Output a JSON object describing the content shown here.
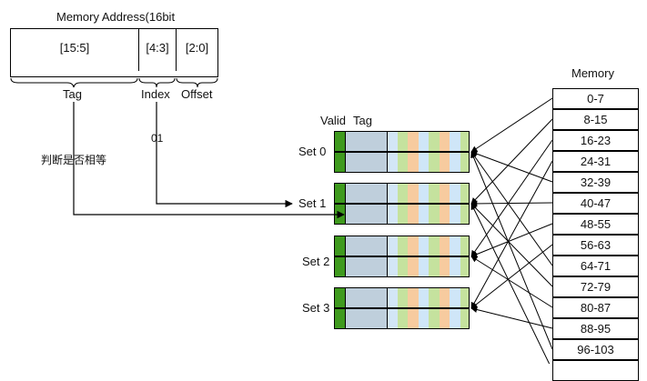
{
  "address": {
    "title": "Memory Address(16bit",
    "fields": [
      {
        "id": "tag",
        "bits": "[15:5]",
        "label": "Tag"
      },
      {
        "id": "index",
        "bits": "[4:3]",
        "label": "Index"
      },
      {
        "id": "offset",
        "bits": "[2:0]",
        "label": "Offset"
      }
    ],
    "index_value": "01",
    "compare_note": "判断是否相等"
  },
  "cache": {
    "valid_label": "Valid",
    "tag_label": "Tag",
    "sets": [
      "Set 0",
      "Set 1",
      "Set 2",
      "Set 3"
    ],
    "colors": {
      "valid": "#3f9a1e",
      "tag": "#bfcfdc",
      "blocks": [
        "#d3e6f6",
        "#c5e29e",
        "#f7cb9f",
        "#cfe6f8",
        "#c5e29e",
        "#f7cb9f",
        "#cfe6f8",
        "#c5e29e"
      ]
    }
  },
  "memory": {
    "title": "Memory",
    "blocks": [
      "0-7",
      "8-15",
      "16-23",
      "24-31",
      "32-39",
      "40-47",
      "48-55",
      "56-63",
      "64-71",
      "72-79",
      "80-87",
      "88-95",
      "96-103",
      ""
    ]
  }
}
